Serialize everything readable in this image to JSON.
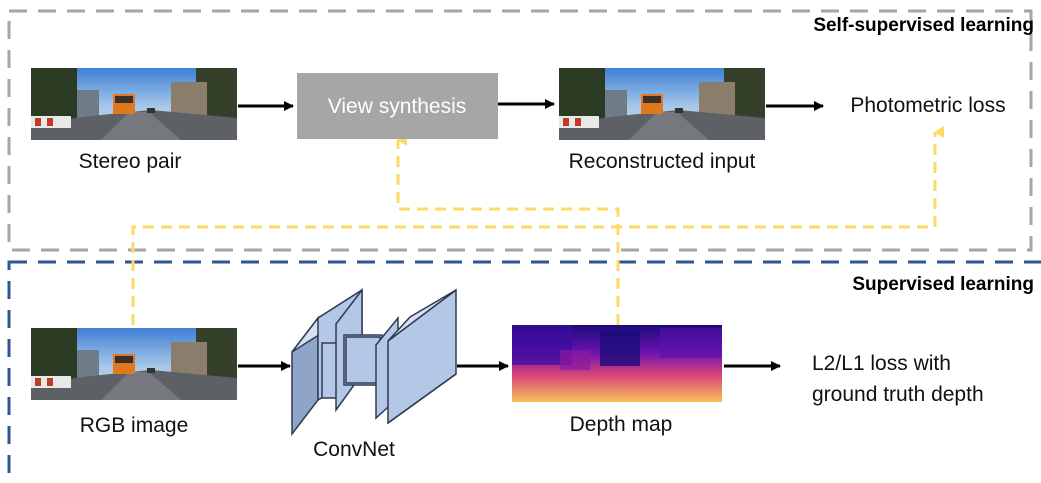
{
  "sections": {
    "self_supervised": "Self-supervised learning",
    "supervised": "Supervised learning"
  },
  "nodes": {
    "stereo_pair": "Stereo pair",
    "view_synthesis": "View synthesis",
    "reconstructed_input": "Reconstructed input",
    "photometric_loss": "Photometric loss",
    "rgb_image": "RGB image",
    "convnet": "ConvNet",
    "depth_map": "Depth map",
    "supervised_loss_line1": "L2/L1 loss with",
    "supervised_loss_line2": "ground truth depth"
  },
  "colors": {
    "self_supervised_border": "#a6a6a6",
    "supervised_border": "#2f5597",
    "dashed_flow": "#ffd966",
    "view_synthesis_box": "#a6a6a6",
    "convnet_fill": "#b4c7e7",
    "convnet_stroke": "#2f3b55",
    "arrow": "#000000"
  }
}
